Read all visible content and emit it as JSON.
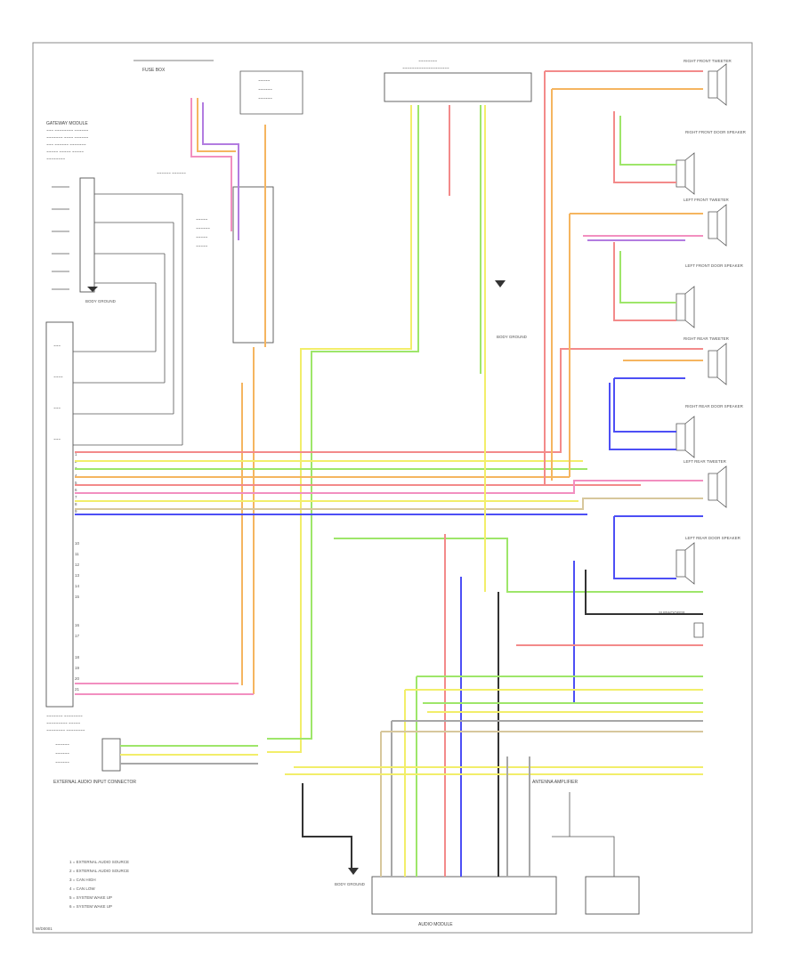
{
  "diagram": {
    "bottom_left_code": "W/D0001",
    "components": {
      "gateway_module": "GATEWAY MODULE",
      "audio_module": "AUDIO MODULE",
      "external_audio_connector": "EXTERNAL AUDIO INPUT CONNECTOR",
      "antenna_amplifier": "ANTENNA AMPLIFIER",
      "right_front_tweeter": "RIGHT FRONT TWEETER",
      "right_front_door_speaker": "RIGHT FRONT DOOR SPEAKER",
      "left_front_tweeter": "LEFT FRONT TWEETER",
      "left_front_door_speaker": "LEFT FRONT DOOR SPEAKER",
      "right_rear_tweeter": "RIGHT REAR TWEETER",
      "right_rear_door_speaker": "RIGHT REAR DOOR SPEAKER",
      "left_rear_tweeter": "LEFT REAR TWEETER",
      "left_rear_door_speaker": "LEFT REAR DOOR SPEAKER",
      "subwoofer": "SUBWOOFER",
      "fuse_box": "FUSE BOX",
      "ground_1": "BODY GROUND",
      "ground_2": "BODY GROUND",
      "ground_3": "BODY GROUND"
    },
    "legend": [
      "1 = EXTERNAL AUDIO SOURCE",
      "2 = EXTERNAL AUDIO SOURCE",
      "3 = CAN HIGH",
      "4 = CAN LOW",
      "5 = SYSTEM WAKE UP",
      "6 = SYSTEM WAKE UP"
    ]
  },
  "palette": {
    "red": "#f38a8a",
    "pink": "#f28fc0",
    "yellow": "#f2ee6a",
    "green": "#9ee66a",
    "blue": "#4d4ff5",
    "orange": "#f5b560",
    "purple": "#b27ce0",
    "black": "#333333",
    "gray": "#a7a7a7",
    "tan": "#d7c79c"
  }
}
